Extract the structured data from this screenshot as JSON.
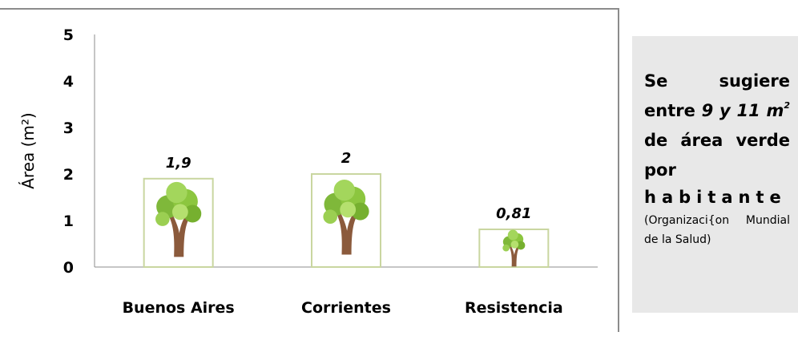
{
  "chart_data": {
    "type": "bar",
    "categories": [
      "Buenos Aires",
      "Corrientes",
      "Resistencia"
    ],
    "values": [
      1.9,
      2,
      0.81
    ],
    "data_labels": [
      "1,9",
      "2",
      "0,81"
    ],
    "ylabel": "Área (m²)",
    "xlabel": "",
    "ylim": [
      0,
      5
    ],
    "yticks": [
      0,
      1,
      2,
      3,
      4,
      5
    ],
    "ytick_labels": [
      "0",
      "1",
      "2",
      "3",
      "4",
      "5"
    ],
    "grid": false,
    "bar_fill": "tree-icon",
    "colors": {
      "bar_border": "#c9d6a0",
      "axis": "#8c8c8c",
      "trunk": "#8b5a3c",
      "leaves": "#8cc63f"
    }
  },
  "note": {
    "line1_a": "Se",
    "line1_b": "sugiere",
    "entre": "entre",
    "range": "9 y 11",
    "unit": "m",
    "unit_exp": "2",
    "de_area": "de área",
    "verde": "verde",
    "por": "por",
    "habitante": "habitante",
    "source": "(Organizaci{on Mundial de la Salud)"
  }
}
